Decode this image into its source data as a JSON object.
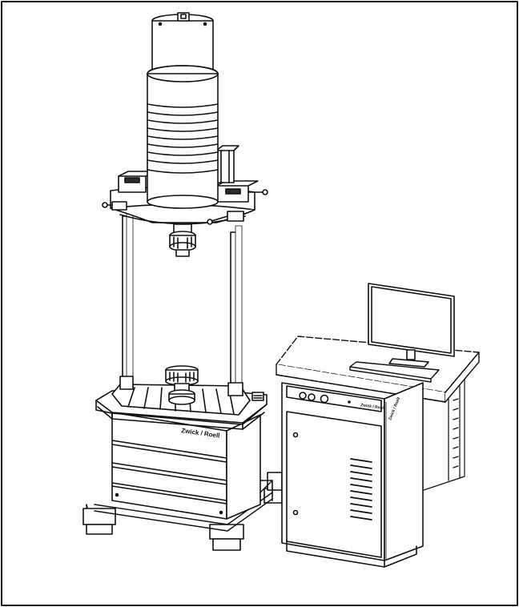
{
  "brand": {
    "machine_label": "Zwick / Roell",
    "cabinet_label": "Zwick / Roell",
    "cabinet_side_label": "Zwick / Roell"
  },
  "colors": {
    "line": "#111111",
    "fill": "#ffffff",
    "shade": "#f2f2f2",
    "dark": "#2b2b2b"
  }
}
